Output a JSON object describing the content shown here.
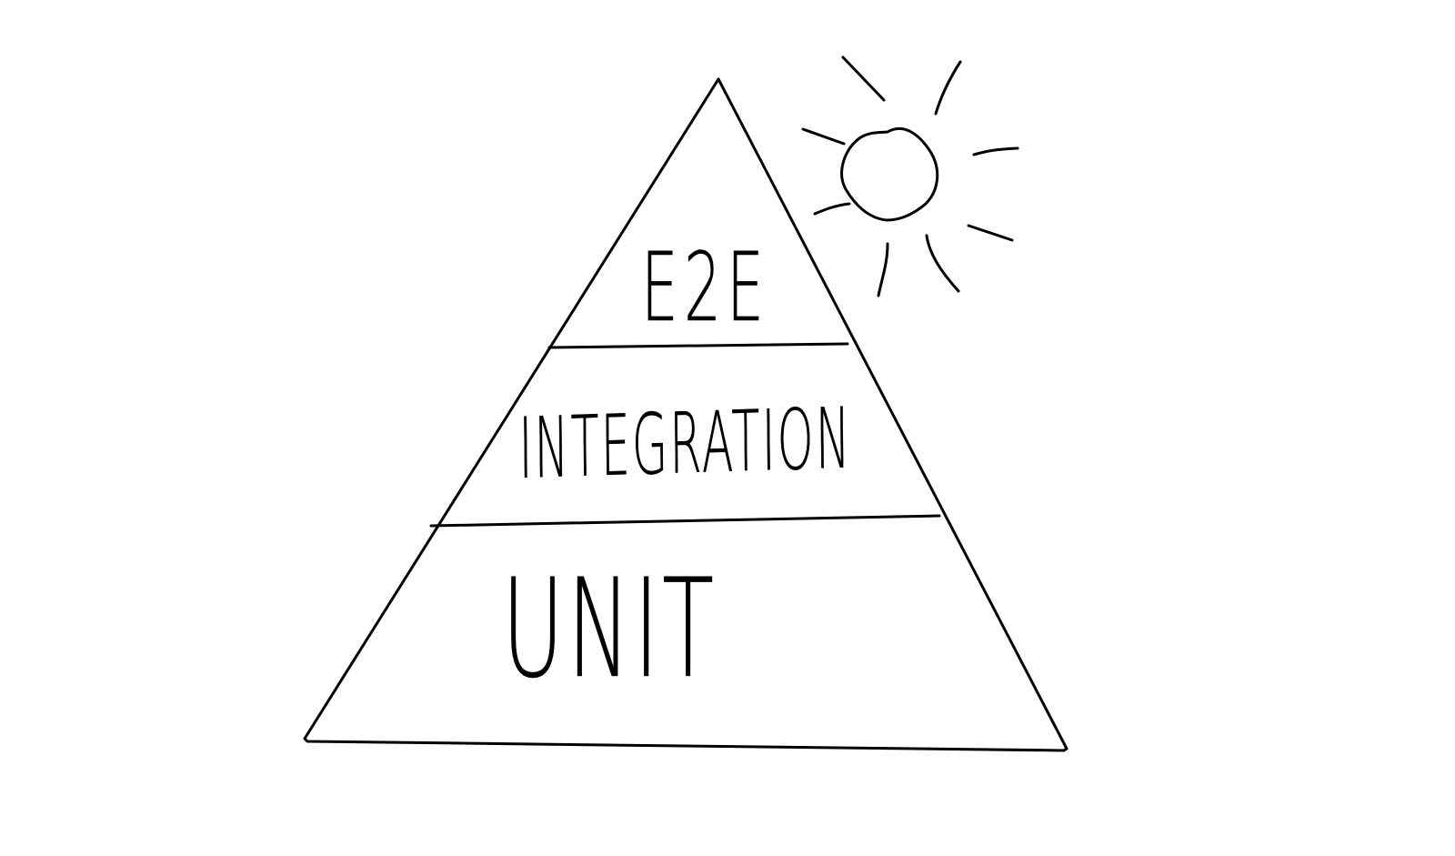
{
  "diagram": {
    "type": "testing-pyramid",
    "style": "hand-drawn sketch",
    "stroke_color": "#000000",
    "background_color": "#ffffff",
    "layers": [
      {
        "position": "top",
        "label": "E2E"
      },
      {
        "position": "middle",
        "label": "INTEGRATION"
      },
      {
        "position": "bottom",
        "label": "UNIT"
      }
    ],
    "decoration": {
      "icon": "sun-icon"
    }
  }
}
